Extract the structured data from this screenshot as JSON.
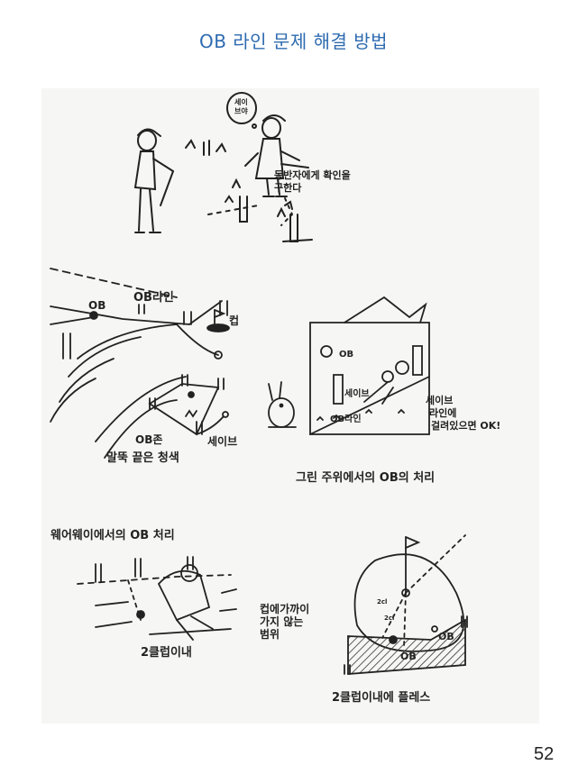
{
  "title": "OB 라인 문제 해결 방법",
  "page_number": "52",
  "colors": {
    "title": "#2e6bb0",
    "ink": "#222222",
    "hatch": "#333333"
  },
  "panels": {
    "top": {
      "speech_bubble": [
        "세이",
        "브야"
      ],
      "caption_lines": [
        "동반자에게 확인을",
        "구한다"
      ]
    },
    "left_mid": {
      "ob_mark": "OB",
      "ob_line": "OB라인",
      "cup": "컵",
      "ob_zone": "OB존",
      "safe": "세이브",
      "caption": "말뚝 끝은 청색"
    },
    "right_mid": {
      "ob_mark": "OB",
      "safe": "세이브",
      "ob_line": "OB라인",
      "safe_note": [
        "세이브",
        "라인에",
        "걸려있으면 OK!"
      ],
      "caption": "그린 주위에서의 OB의 처리"
    },
    "left_bottom": {
      "caption_top": "웨어웨이에서의 OB 처리",
      "caption_bottom": "2클럽이내"
    },
    "right_bottom": {
      "note_lines": [
        "컵에가까이",
        "가지 않는",
        "범위"
      ],
      "ob_a": "OB",
      "ob_b": "OB",
      "dist_a": "2cl",
      "dist_b": "2cl",
      "caption": "2클럽이내에 플레스"
    }
  }
}
